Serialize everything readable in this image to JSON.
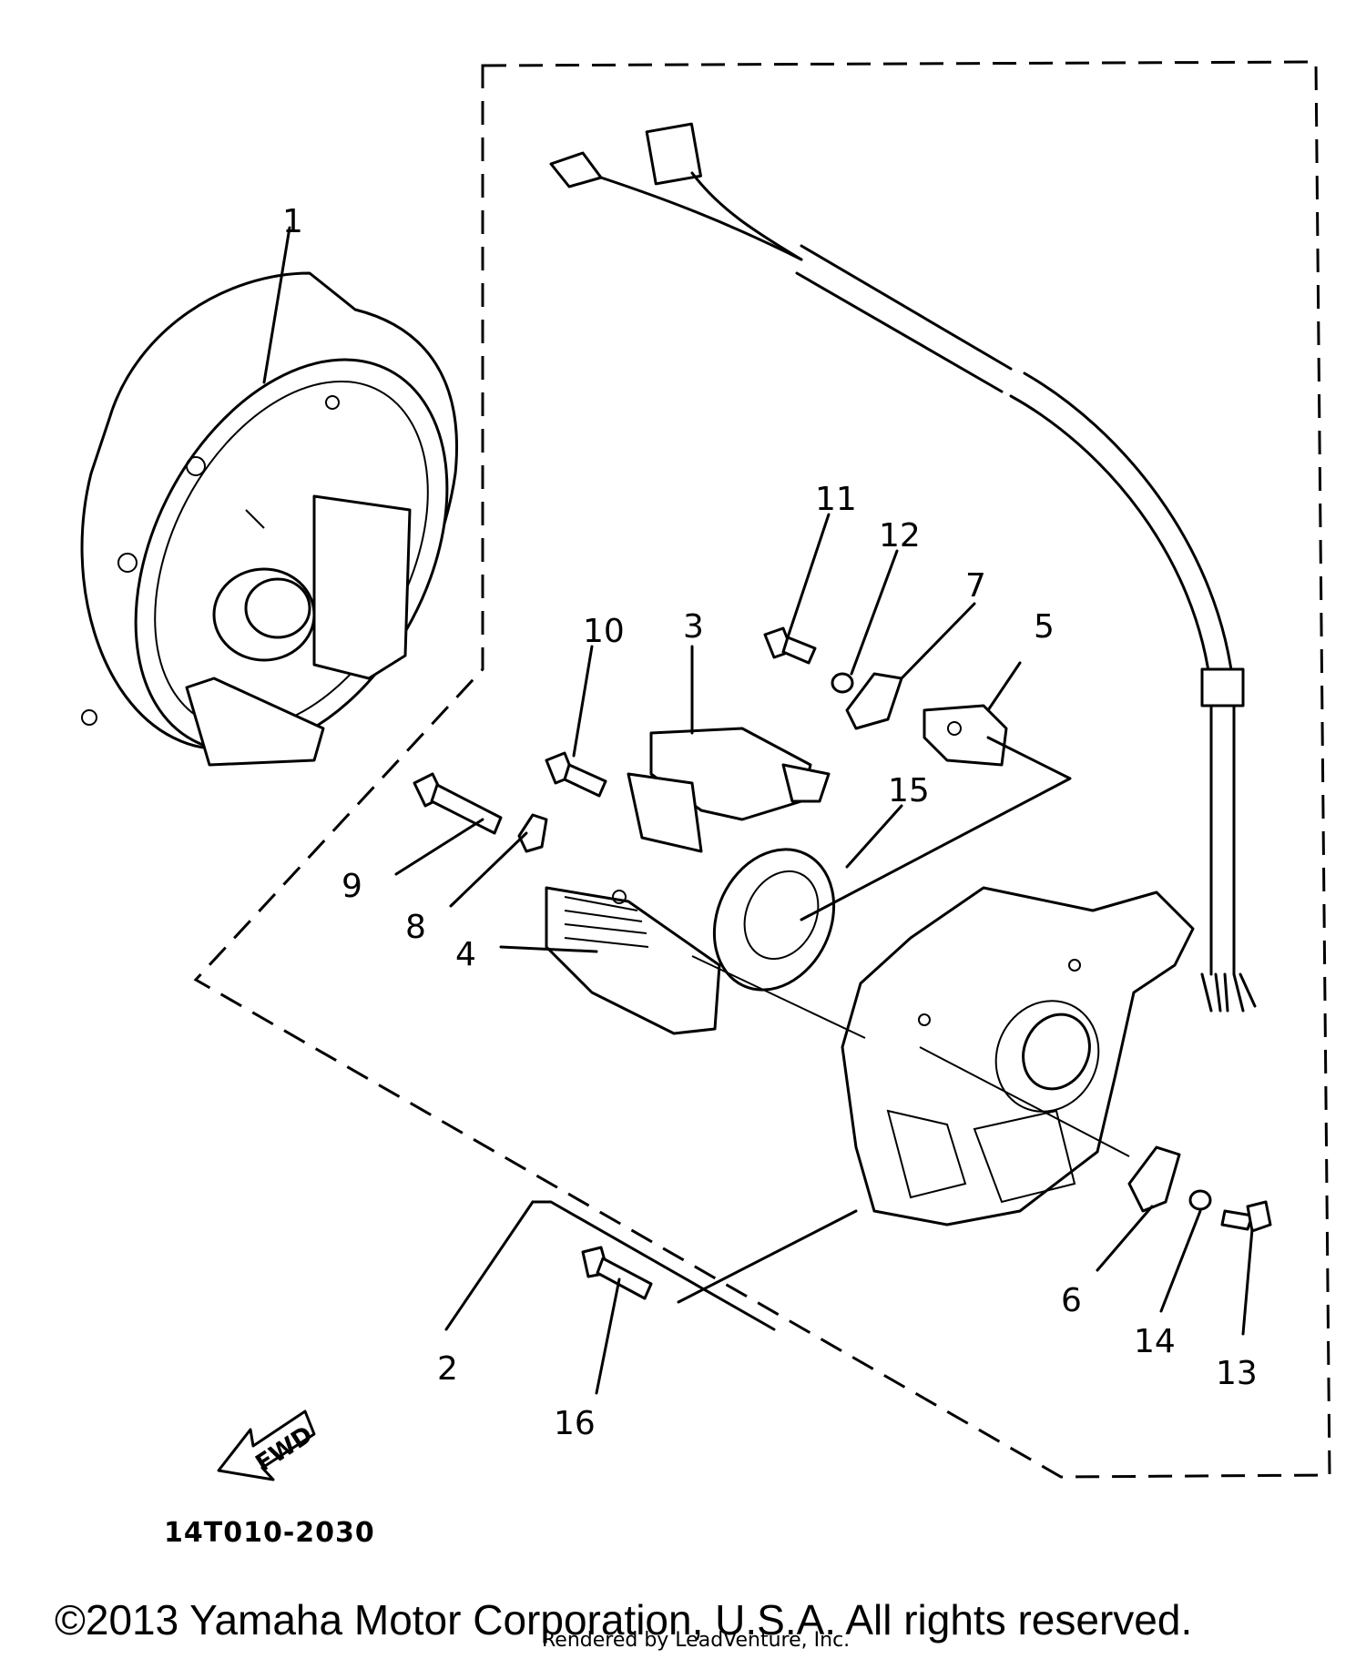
{
  "callouts": {
    "c1": "1",
    "c2": "2",
    "c3": "3",
    "c4": "4",
    "c5": "5",
    "c6": "6",
    "c7": "7",
    "c8": "8",
    "c9": "9",
    "c10": "10",
    "c11": "11",
    "c12": "12",
    "c13": "13",
    "c14": "14",
    "c15": "15",
    "c16": "16"
  },
  "fwd_label": "FWD",
  "diagram_code": "14T010-2030",
  "copyright": "©2013 Yamaha Motor Corporation, U.S.A. All rights reserved.",
  "watermark": "Rendered by LeadVenture, Inc."
}
